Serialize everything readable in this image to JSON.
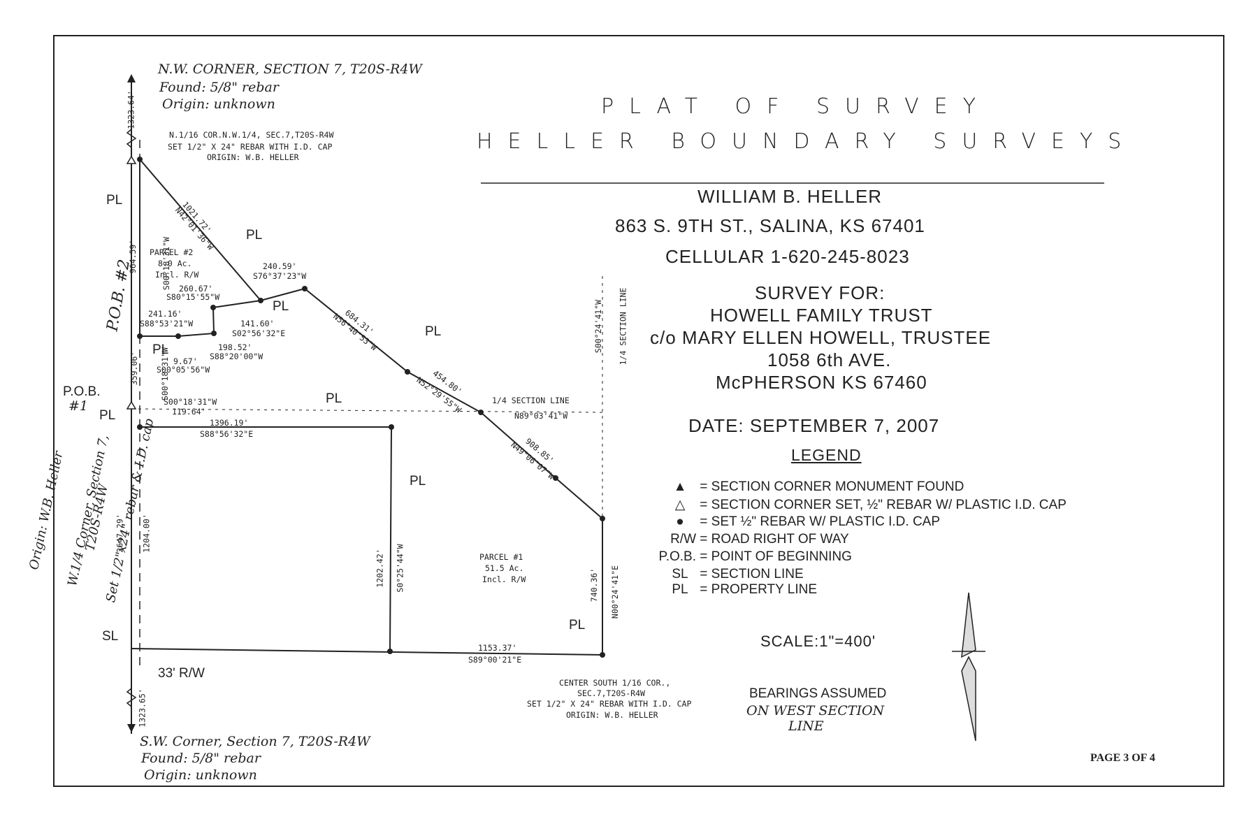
{
  "header": {
    "title_line1": "PLAT OF SURVEY",
    "title_line2": "HELLER BOUNDARY SURVEYS",
    "surveyor_name": "WILLIAM B. HELLER",
    "surveyor_address": "863 S. 9TH ST., SALINA, KS 67401",
    "surveyor_phone": "CELLULAR 1-620-245-8023",
    "survey_for_label": "SURVEY FOR:",
    "client_line1": "HOWELL FAMILY TRUST",
    "client_line2": "c/o MARY ELLEN HOWELL, TRUSTEE",
    "client_line3": "1058 6th AVE.",
    "client_line4": "McPHERSON KS 67460",
    "date": "DATE: SEPTEMBER 7, 2007"
  },
  "legend": {
    "title": "LEGEND",
    "items": [
      {
        "symbol": "▲",
        "text": "= SECTION CORNER MONUMENT FOUND"
      },
      {
        "symbol": "△",
        "text": "= SECTION CORNER SET, ½\" REBAR W/ PLASTIC I.D. CAP"
      },
      {
        "symbol": "●",
        "text": "= SET ½\" REBAR W/ PLASTIC I.D. CAP"
      },
      {
        "symbol": "R/W",
        "text": "= ROAD RIGHT OF WAY"
      },
      {
        "symbol": "P.O.B.",
        "text": "= POINT OF BEGINNING"
      },
      {
        "symbol": "SL",
        "text": "= SECTION LINE"
      },
      {
        "symbol": "PL",
        "text": "= PROPERTY LINE"
      }
    ]
  },
  "scale": "SCALE:1\"=400'",
  "bearings_note_1": "BEARINGS ASSUMED",
  "bearings_note_2": "ON WEST SECTION",
  "bearings_note_3": "LINE",
  "page_label": "PAGE 3 OF 4",
  "corners": {
    "nw_1": "N.W. CORNER, SECTION 7, T20S-R4W",
    "nw_2": "Found: 5/8\" rebar",
    "nw_3": "Origin: unknown",
    "sw_1": "S.W. Corner, Section 7, T20S-R4W",
    "sw_2": "Found: 5/8\" rebar",
    "sw_3": "Origin: unknown",
    "n16_1": "N.1/16 COR.N.W.1/4, SEC.7,T20S-R4W",
    "n16_2": "SET 1/2\" X 24\" REBAR WITH I.D. CAP",
    "n16_3": "ORIGIN: W.B. HELLER",
    "cs16_1": "CENTER SOUTH 1/16 COR.,",
    "cs16_2": "SEC.7,T20S-R4W",
    "cs16_3": "SET 1/2\" X 24\" REBAR WITH I.D. CAP",
    "cs16_4": "ORIGIN: W.B. HELLER",
    "w14_1": "Origin: W.B. Heller",
    "w14_2": "W.1/4 Corner, Section 7,",
    "w14_3": "T20S-R4W",
    "w14_4": "Set 1/2\"x24\" rebar & I.D. cap"
  },
  "parcels": {
    "p2_1": "PARCEL #2",
    "p2_2": "8.0 Ac.",
    "p2_3": "Incl. R/W",
    "p1_1": "PARCEL #1",
    "p1_2": "51.5 Ac.",
    "p1_3": "Incl. R/W"
  },
  "pob": {
    "pob1": "P.O.B.",
    "pob1_num": "#1",
    "pob2": "P.O.B. #2"
  },
  "labels": {
    "rw33": "33' R/W",
    "quarter_section_line": "1/4 SECTION LINE",
    "quarter_section_line_vert": "1/4 SECTION LINE",
    "pl": "PL",
    "sl": "SL"
  },
  "dimensions": {
    "d_1323_64": "1323.64'",
    "d_964_59": "964.59'",
    "b_s00_18_31_a": "S00°18'31\"W",
    "d_1021_72": "1021.72'",
    "b_n42_01_36": "N42°01'36\"W",
    "d_240_59": "240.59'",
    "b_s76_37_23": "S76°37'23\"W",
    "d_260_67": "260.67'",
    "b_s80_15_55": "S80°15'55\"W",
    "d_241_16": "241.16'",
    "b_s88_53_21": "S88°53'21\"W",
    "d_141_60": "141.60'",
    "b_s02_56_32": "S02°56'32\"E",
    "d_198_52": "198.52'",
    "b_s88_20_00": "S88°20'00\"W",
    "d_9_67": "9.67'",
    "b_s00_05_56": "S00°05'56\"W",
    "d_684_31": "684.31'",
    "b_n56_40_53": "N56°40'53\"W",
    "d_454_80": "454.80'",
    "b_n52_29_55": "N52°29'55\"W",
    "d_359_06": "359.06'",
    "b_s00_18_31_b": "S00°18'31\"W",
    "b_s00_18_31_c": "S00°18'31\"W",
    "d_119_64": "119.64'",
    "b_n89_03_41": "N89°03'41\"W",
    "d_1396_19": "1396.19'",
    "b_s88_56_32": "S88°56'32\"E",
    "d_908_85": "908.85'",
    "b_n49_06_07": "N49°06'07\"W",
    "b_s00_24_41": "S00°24'41\"W",
    "d_1204_00": "1204.00'",
    "d_2647_29": "2647.29'",
    "d_1202_42": "1202.42'",
    "b_s0_25_44": "S0°25'44\"W",
    "d_740_36": "740.36'",
    "b_n00_24_41": "N00°24'41\"E",
    "d_1153_37": "1153.37'",
    "b_s89_00_21": "S89°00'21\"E",
    "d_1323_65": "1323.65'"
  },
  "colors": {
    "ink": "#222222",
    "paper": "#ffffff"
  }
}
